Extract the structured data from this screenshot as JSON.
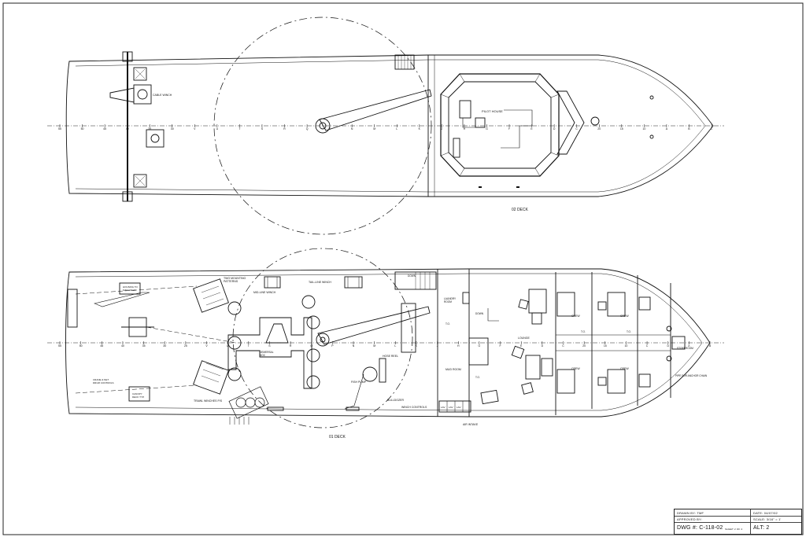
{
  "decks": {
    "upper": {
      "label": "02 DECK",
      "pilot_house": "PILOT HOUSE",
      "cable_winch": "CABLE WINCH"
    },
    "lower": {
      "label": "01 DECK",
      "two_mounting": "TWO MOUNTING\nPATTERNS",
      "mid_line_winch": "MID-LINE WINCH",
      "tail_line_winch": "TAIL-LINE WINCH",
      "trawl_winches": "TRAWL WINCHES P/S",
      "demersal_box": "DEMERSAL\nBOX",
      "hose_reel": "HOSE REEL",
      "fish_pump": "FISH PUMP",
      "bulldozer": "BULLDOZER",
      "winch_controls": "WINCH CONTROLS",
      "air_intake": "AIR INTAKE",
      "laundry_room": "LAUNDRY\nROOM",
      "mud_room": "MUD ROOM",
      "lounge": "LOUNGE",
      "crew": "CREW",
      "storeroom": "STOREROOM",
      "pipe_anchor": "PIPE FOR ANCHOR CHAIN",
      "down": "DOWN",
      "to": "T.O.",
      "lav": "LAV",
      "housing": "HOUSING TO\nMAIN DECK",
      "crane": "CRANE & NET\nDRUM CONTROLS",
      "canopy": "CANOPY\nDECK TYP."
    }
  },
  "stations": {
    "upper": [
      "55",
      "50",
      "45",
      "40",
      "35",
      "30",
      "V",
      "U",
      "T",
      "S",
      "R",
      "Q",
      "P",
      "N",
      "M",
      "L",
      "K",
      "J",
      "H",
      "G",
      "F",
      "E",
      "D",
      "C",
      "20",
      "15",
      "10",
      "A",
      "B",
      "C"
    ],
    "lower": [
      "55",
      "50",
      "45",
      "40",
      "35",
      "30",
      "25",
      "V",
      "U",
      "T",
      "S",
      "R",
      "Q",
      "P",
      "N",
      "M",
      "L",
      "K",
      "J",
      "H",
      "G",
      "F",
      "E",
      "D",
      "C",
      "20",
      "15",
      "10",
      "C",
      "D",
      "X",
      "B"
    ]
  },
  "title_block": {
    "drawn_by": "DRAWN BY: TMF",
    "date": "DATE: 04/07/02",
    "approved_by": "APPROVED BY:",
    "scale": "SCALE: 3/16\" = 1'",
    "dwg": "DWG #: C-118-02",
    "sheet": "SHEET 2 OF 2",
    "alt": "ALT: 2"
  }
}
